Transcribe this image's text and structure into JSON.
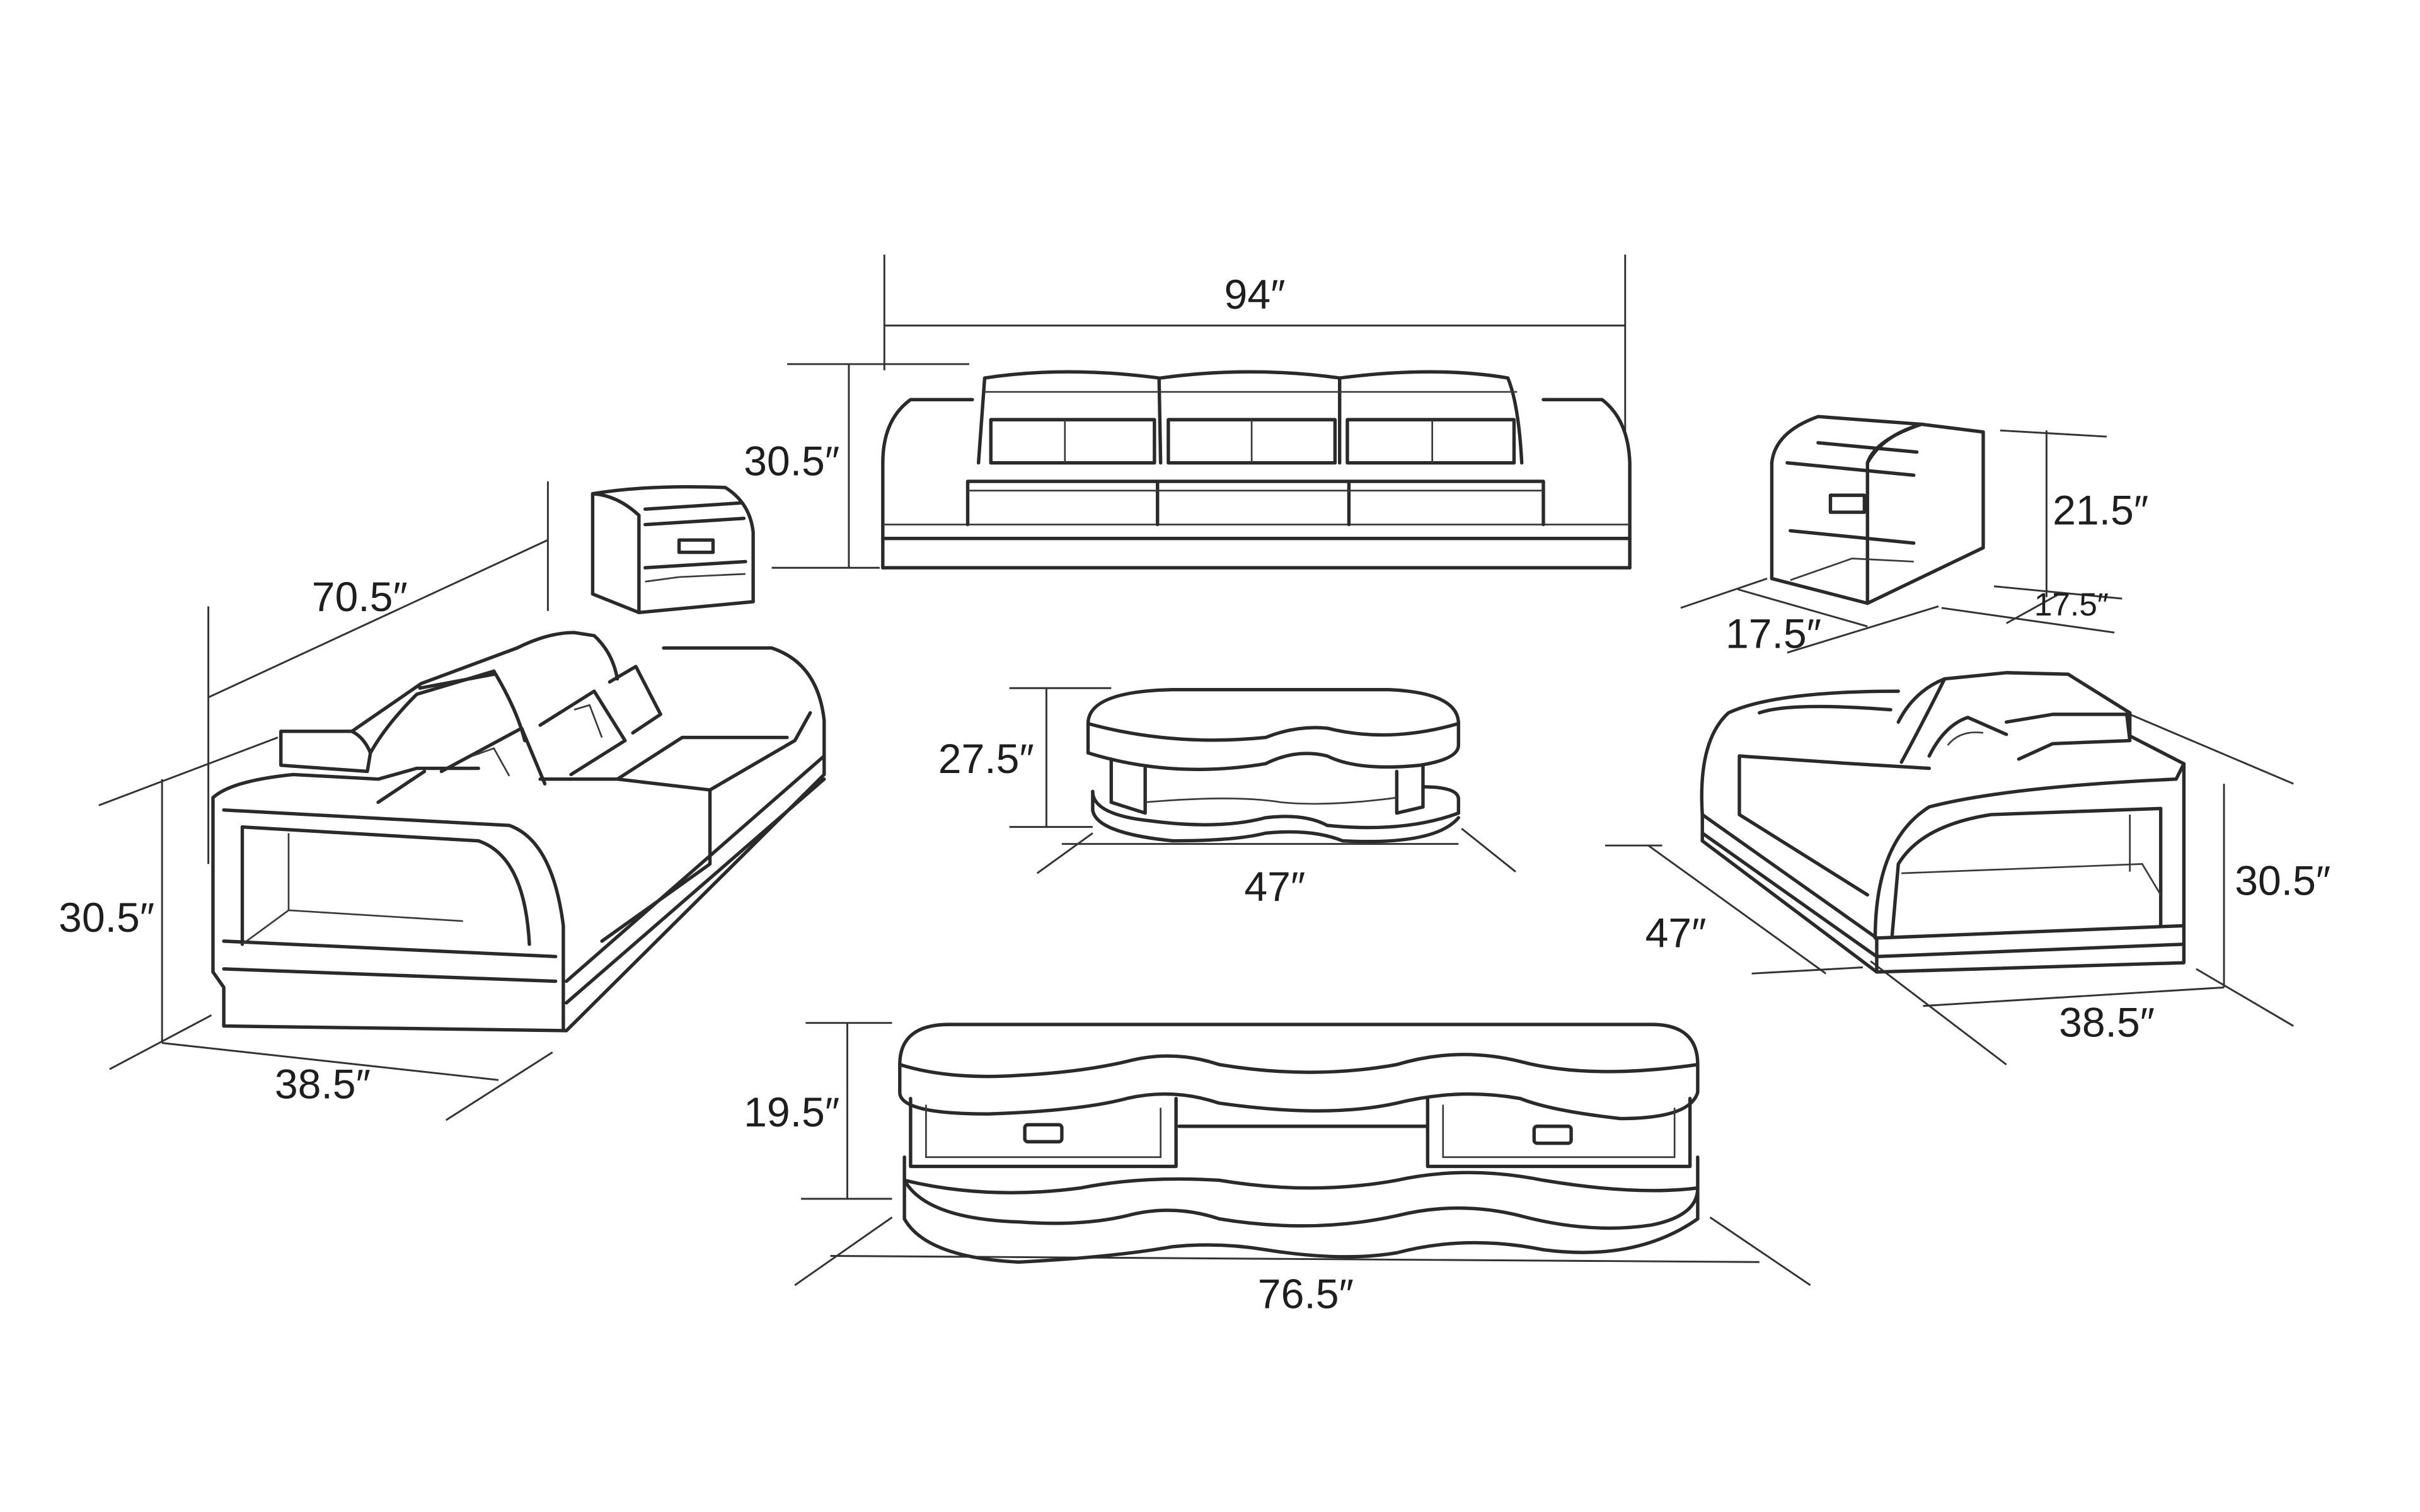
{
  "diagram": {
    "title": "Living room furniture set dimensions",
    "background": "#ffffff",
    "line_color": "#2a2a2a",
    "items": [
      {
        "id": "sofa_three_seat",
        "name": "3-seat sofa (front view)",
        "dims": {
          "width": "94″",
          "height": "30.5″"
        }
      },
      {
        "id": "nightstand_left",
        "name": "End table (left)",
        "dims": {}
      },
      {
        "id": "nightstand_right",
        "name": "End table (right)",
        "dims": {
          "height": "21.5″",
          "width": "17.5″",
          "depth": "17.5″"
        }
      },
      {
        "id": "loveseat",
        "name": "Loveseat",
        "dims": {
          "width": "70.5″",
          "height": "30.5″",
          "depth": "38.5″"
        }
      },
      {
        "id": "coffee_table",
        "name": "Coffee table",
        "dims": {
          "height": "27.5″",
          "width": "47″"
        }
      },
      {
        "id": "armchair",
        "name": "Armchair",
        "dims": {
          "width": "47″",
          "height": "30.5″",
          "depth": "38.5″"
        }
      },
      {
        "id": "tv_stand",
        "name": "TV stand",
        "dims": {
          "height": "19.5″",
          "width": "76.5″"
        }
      }
    ]
  },
  "labels": {
    "sofa_width": "94″",
    "sofa_height": "30.5″",
    "nightstand_height": "21.5″",
    "nightstand_width": "17.5″",
    "nightstand_depth": "17.5″",
    "loveseat_width": "70.5″",
    "loveseat_height": "30.5″",
    "loveseat_depth": "38.5″",
    "coffee_height": "27.5″",
    "coffee_width": "47″",
    "armchair_width": "47″",
    "armchair_height": "30.5″",
    "armchair_depth": "38.5″",
    "tv_height": "19.5″",
    "tv_width": "76.5″"
  }
}
